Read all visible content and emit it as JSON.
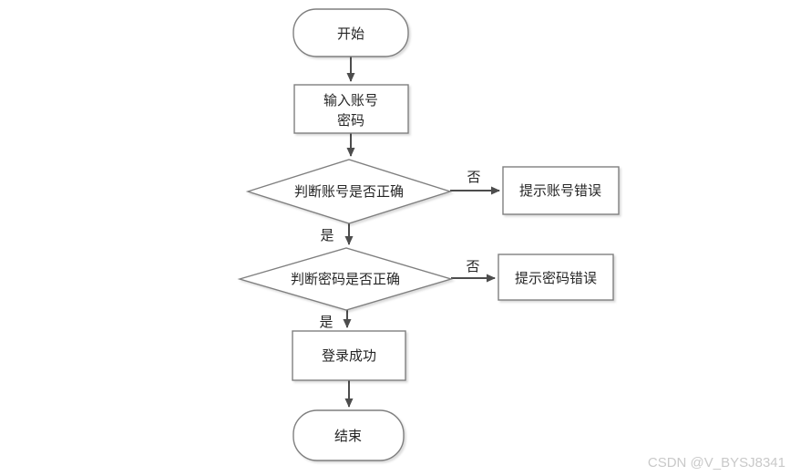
{
  "flowchart": {
    "title": "login-process-flowchart",
    "nodes": {
      "start": {
        "type": "terminator",
        "label": "开始"
      },
      "input": {
        "type": "process",
        "line1": "输入账号",
        "line2": "密码"
      },
      "check_account": {
        "type": "decision",
        "label": "判断账号是否正确"
      },
      "account_error": {
        "type": "process",
        "label": "提示账号错误"
      },
      "check_password": {
        "type": "decision",
        "label": "判断密码是否正确"
      },
      "password_error": {
        "type": "process",
        "label": "提示密码错误"
      },
      "login_success": {
        "type": "process",
        "label": "登录成功"
      },
      "end": {
        "type": "terminator",
        "label": "结束"
      }
    },
    "edge_labels": {
      "account_no": "否",
      "account_yes": "是",
      "password_no": "否",
      "password_yes": "是"
    },
    "colors": {
      "connector_line": "#4d4d4d",
      "shape_border": "#7f7f7f",
      "shape_fill": "#ffffff",
      "text": "#262626",
      "watermark_text": "#c9c9c9"
    }
  },
  "watermark": {
    "text": "CSDN @V_BYSJ8341"
  }
}
